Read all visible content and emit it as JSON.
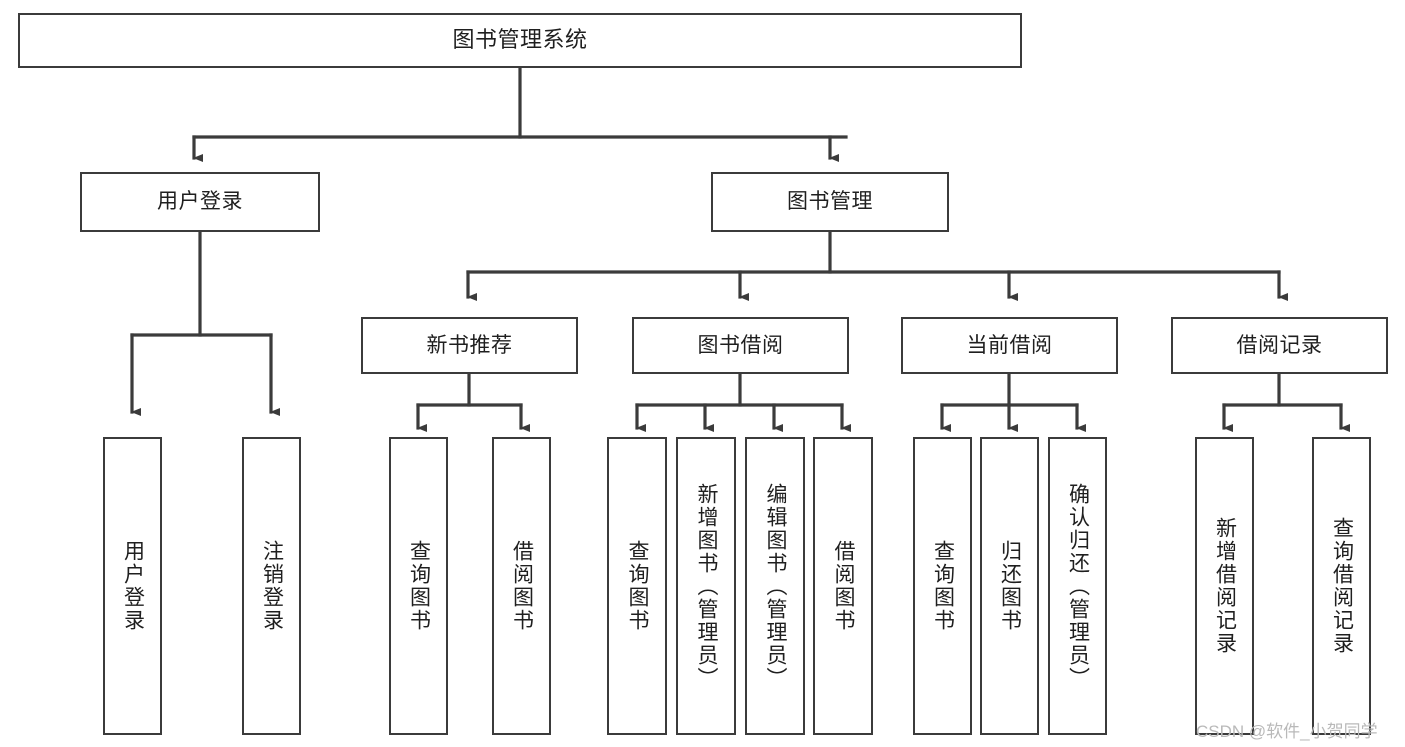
{
  "diagram": {
    "title": "图书管理系统",
    "type": "tree",
    "orientation": "top-down",
    "colors": {
      "box_border": "#3b3b3b",
      "box_fill": "#ffffff",
      "connector": "#3b3b3b",
      "text": "#1f1f1f",
      "watermark": "#b9b9b9"
    },
    "nodes": {
      "root": {
        "label": "图书管理系统",
        "level": 1
      },
      "user_login": {
        "label": "用户登录",
        "level": 2
      },
      "book_manage": {
        "label": "图书管理",
        "level": 2
      },
      "new_book_rec": {
        "label": "新书推荐",
        "level": 3
      },
      "book_borrow": {
        "label": "图书借阅",
        "level": 3
      },
      "current_borrow": {
        "label": "当前借阅",
        "level": 3
      },
      "borrow_record": {
        "label": "借阅记录",
        "level": 3
      },
      "leaf_user_login": {
        "label": "用户登录",
        "level": 4
      },
      "leaf_logout": {
        "label": "注销登录",
        "level": 4
      },
      "leaf_query_book_1": {
        "label": "查询图书",
        "level": 4
      },
      "leaf_borrow_book_1": {
        "label": "借阅图书",
        "level": 4
      },
      "leaf_query_book_2": {
        "label": "查询图书",
        "level": 4
      },
      "leaf_add_book": {
        "label": "新增图书（管理员）",
        "level": 4
      },
      "leaf_edit_book": {
        "label": "编辑图书（管理员）",
        "level": 4
      },
      "leaf_borrow_book_2": {
        "label": "借阅图书",
        "level": 4
      },
      "leaf_query_book_3": {
        "label": "查询图书",
        "level": 4
      },
      "leaf_return_book": {
        "label": "归还图书",
        "level": 4
      },
      "leaf_confirm_return": {
        "label": "确认归还（管理员）",
        "level": 4
      },
      "leaf_add_record": {
        "label": "新增借阅记录",
        "level": 4
      },
      "leaf_query_record": {
        "label": "查询借阅记录",
        "level": 4
      }
    },
    "edges": [
      {
        "from": "root",
        "to": "user_login"
      },
      {
        "from": "root",
        "to": "book_manage"
      },
      {
        "from": "book_manage",
        "to": "new_book_rec"
      },
      {
        "from": "book_manage",
        "to": "book_borrow"
      },
      {
        "from": "book_manage",
        "to": "current_borrow"
      },
      {
        "from": "book_manage",
        "to": "borrow_record"
      },
      {
        "from": "user_login",
        "to": "leaf_user_login"
      },
      {
        "from": "user_login",
        "to": "leaf_logout"
      },
      {
        "from": "new_book_rec",
        "to": "leaf_query_book_1"
      },
      {
        "from": "new_book_rec",
        "to": "leaf_borrow_book_1"
      },
      {
        "from": "book_borrow",
        "to": "leaf_query_book_2"
      },
      {
        "from": "book_borrow",
        "to": "leaf_add_book"
      },
      {
        "from": "book_borrow",
        "to": "leaf_edit_book"
      },
      {
        "from": "book_borrow",
        "to": "leaf_borrow_book_2"
      },
      {
        "from": "current_borrow",
        "to": "leaf_query_book_3"
      },
      {
        "from": "current_borrow",
        "to": "leaf_return_book"
      },
      {
        "from": "current_borrow",
        "to": "leaf_confirm_return"
      },
      {
        "from": "borrow_record",
        "to": "leaf_add_record"
      },
      {
        "from": "borrow_record",
        "to": "leaf_query_record"
      }
    ]
  },
  "watermark": {
    "text": "CSDN @软件_小贺同学"
  }
}
